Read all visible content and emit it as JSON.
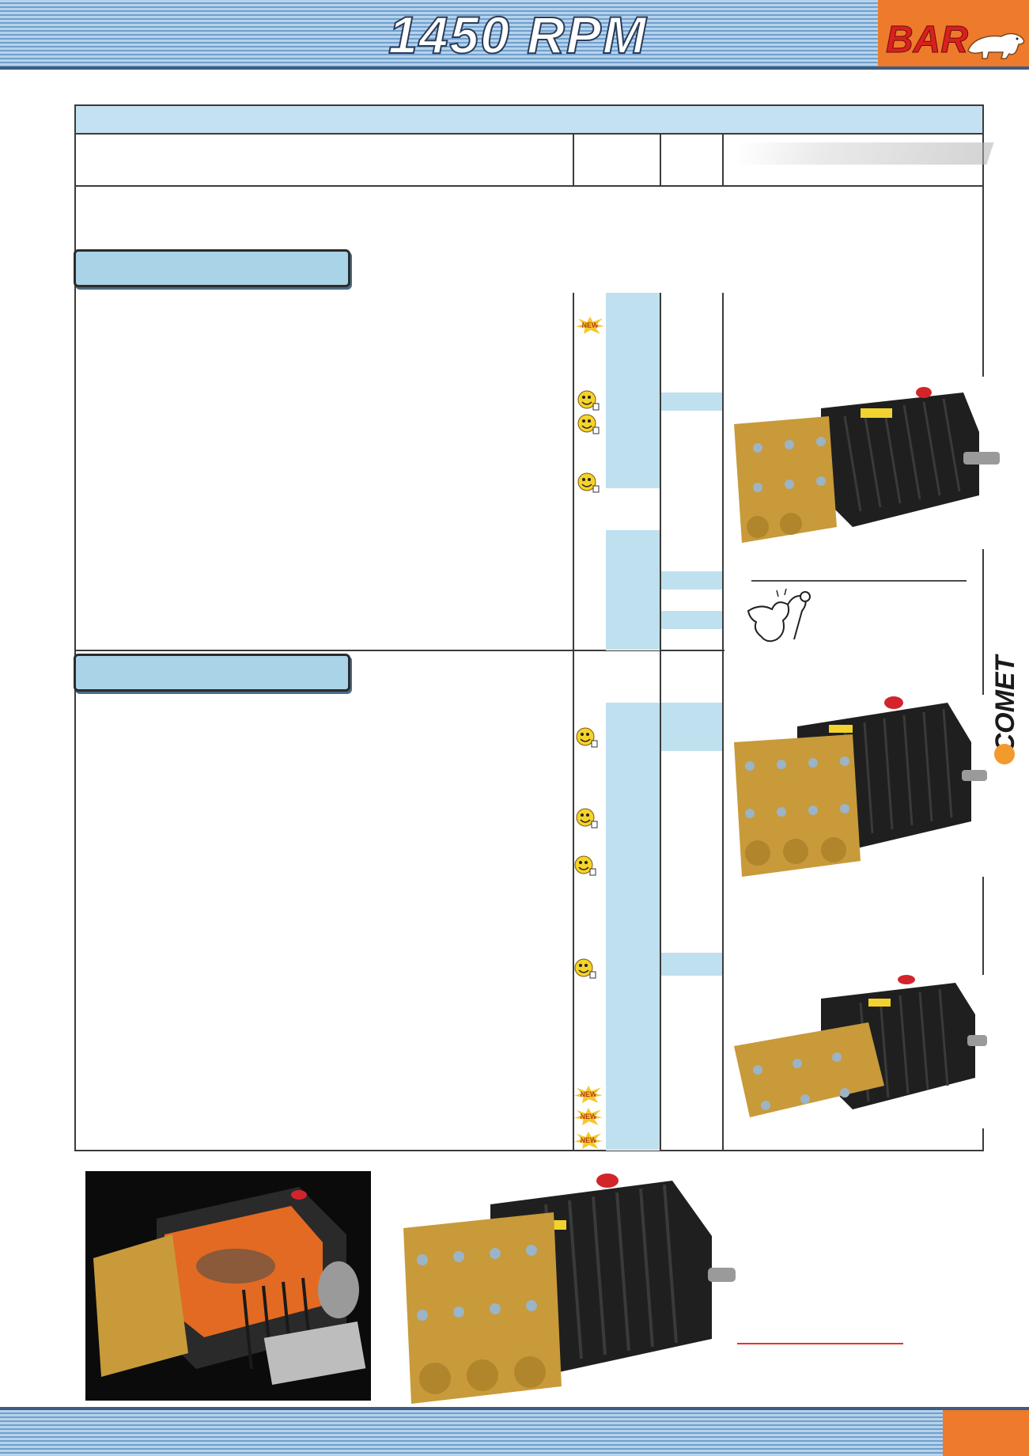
{
  "header": {
    "title": "1450 RPM",
    "logo_text": "BAR",
    "logo_icon": "polar-bear-icon"
  },
  "brand": {
    "side_logo_text": "COMET",
    "accent_color": "#ee7a2c",
    "table_blue": "#bfe0ef"
  },
  "icons": {
    "new_badge": "NEW",
    "smiley": "smiley-thumbs-up-icon",
    "strong_arm": "flexing-arm-icon"
  },
  "table": {
    "section_1_label": "",
    "section_2_label": ""
  }
}
